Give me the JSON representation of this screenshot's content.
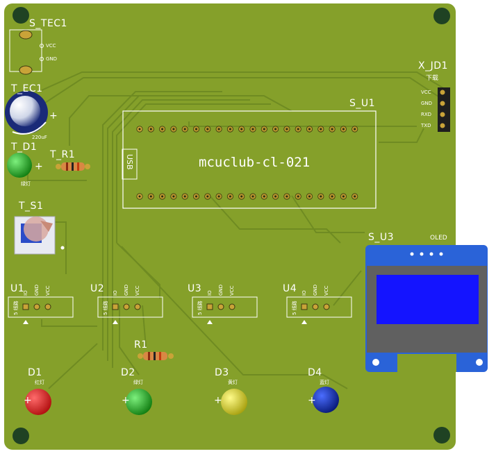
{
  "board": {
    "title": "mcuclub-cl-021",
    "colors": {
      "board": "#85a02a",
      "trace": "#6f8b22",
      "silk": "#ffffff",
      "hole": "#1f4223",
      "pad": "#c9a338"
    }
  },
  "power": {
    "ref": "S_TEC1",
    "pins": [
      "VCC",
      "GND"
    ]
  },
  "capacitor": {
    "ref": "T_EC1",
    "value": "220uF",
    "plus": "+"
  },
  "power_led": {
    "ref": "T_D1",
    "color_label": "绿灯",
    "plus": "+"
  },
  "power_resistor": {
    "ref": "T_R1"
  },
  "switch": {
    "ref": "T_S1"
  },
  "download": {
    "ref": "X_JD1",
    "title": "下载",
    "pins": [
      "VCC",
      "GND",
      "RXD",
      "TXD"
    ]
  },
  "mcu": {
    "ref": "S_U1",
    "usb": "USB"
  },
  "oled": {
    "ref": "S_U3",
    "label": "OLED"
  },
  "modules": [
    {
      "ref": "U1",
      "pins": [
        "IO",
        "GND",
        "VCC"
      ],
      "side": "5 线路"
    },
    {
      "ref": "U2",
      "pins": [
        "IO",
        "GND",
        "VCC"
      ],
      "side": "5 线路"
    },
    {
      "ref": "U3",
      "pins": [
        "IO",
        "GND",
        "VCC"
      ],
      "side": "5 线路"
    },
    {
      "ref": "U4",
      "pins": [
        "IO",
        "GND",
        "VCC"
      ],
      "side": "5 线路"
    }
  ],
  "resistor": {
    "ref": "R1"
  },
  "leds": [
    {
      "ref": "D1",
      "label": "红灯",
      "plus": "+",
      "color": "#d81b1b"
    },
    {
      "ref": "D2",
      "label": "绿灯",
      "plus": "+",
      "color": "#1f9e1f"
    },
    {
      "ref": "D3",
      "label": "黄灯",
      "plus": "+",
      "color": "#c9c31a"
    },
    {
      "ref": "D4",
      "label": "蓝灯",
      "plus": "+",
      "color": "#0d2aa8"
    }
  ]
}
